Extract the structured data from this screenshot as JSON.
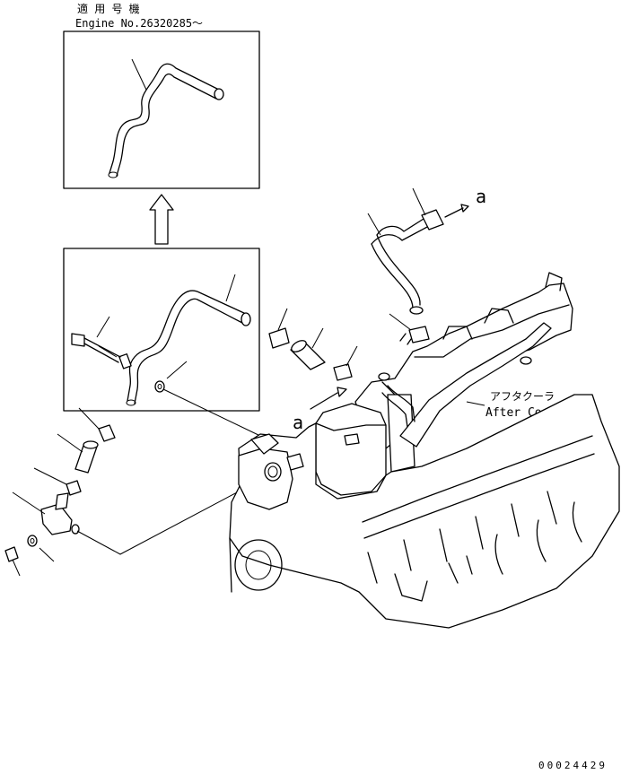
{
  "header": {
    "applicable_model_jp": "適 用 号 機",
    "engine_no": "Engine No.26320285～"
  },
  "callouts": {
    "top_right_ref": "a",
    "left_ref": "a",
    "after_cooler_jp": "アフタクーラ",
    "after_cooler_en": "After Cooler"
  },
  "footer": {
    "drawing_id": "00024429"
  }
}
